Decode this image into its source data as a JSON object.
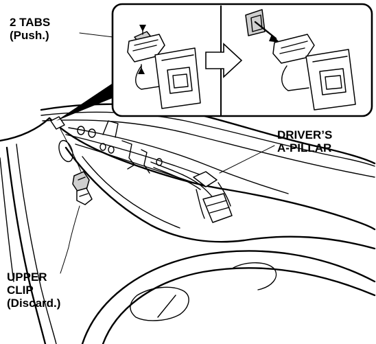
{
  "labels": {
    "tabs": {
      "line1": "2 TABS",
      "line2": "(Push.)"
    },
    "pillar": {
      "line1": "DRIVER’S",
      "line2": "A-PILLAR"
    },
    "clip": {
      "line1": "UPPER",
      "line2": "CLIP",
      "line3": "(Discard.)"
    }
  },
  "colors": {
    "ink": "#000000",
    "paper": "#ffffff",
    "shade": "#cfcfcf"
  }
}
